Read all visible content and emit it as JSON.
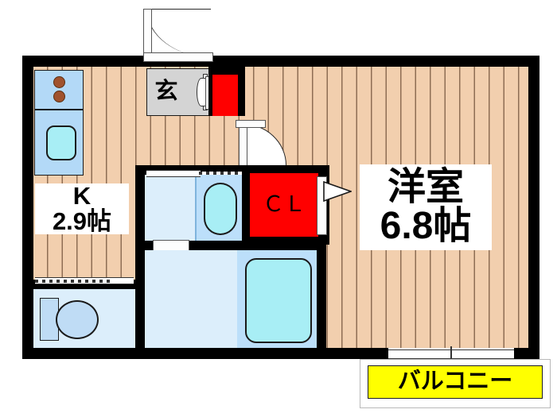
{
  "document": {
    "kind": "floor-plan",
    "language": "ja",
    "background_color": "#ffffff"
  },
  "rooms": {
    "kitchen": {
      "label_line1": "K",
      "label_line2": "2.9帖",
      "name": "kitchen"
    },
    "living_room": {
      "label_line1": "洋室",
      "label_line2": "6.8帖",
      "name": "western-room"
    },
    "entrance": {
      "label": "玄",
      "name": "genkan"
    },
    "closet": {
      "label": "ＣＬ",
      "name": "closet"
    },
    "balcony": {
      "label": "バルコニー",
      "name": "balcony"
    }
  },
  "fixtures": {
    "stove": "stove-burners-icon",
    "kitchen_sink": "kitchen-sink-icon",
    "toilet": "toilet-icon",
    "vanity_basin": "wash-basin-icon",
    "bathtub": "bathtub-icon",
    "shoe_box": "shoe-cabinet-icon",
    "entrance_door": "entrance-door-icon",
    "room_door": "room-door-icon",
    "closet_door": "folding-closet-door-icon",
    "balcony_door": "sliding-glass-door-icon"
  },
  "colors": {
    "wall": "#000000",
    "wood_floor": "#f2cfae",
    "genkan_floor": "#d4d4d4",
    "wet_floor": "#dceefb",
    "bath_surround": "#bcdffa",
    "closet_red": "#ff0000",
    "balcony_yellow": "#ffff00",
    "fixture_cyan": "#a8eef5",
    "burner_brown": "#a0522d"
  }
}
